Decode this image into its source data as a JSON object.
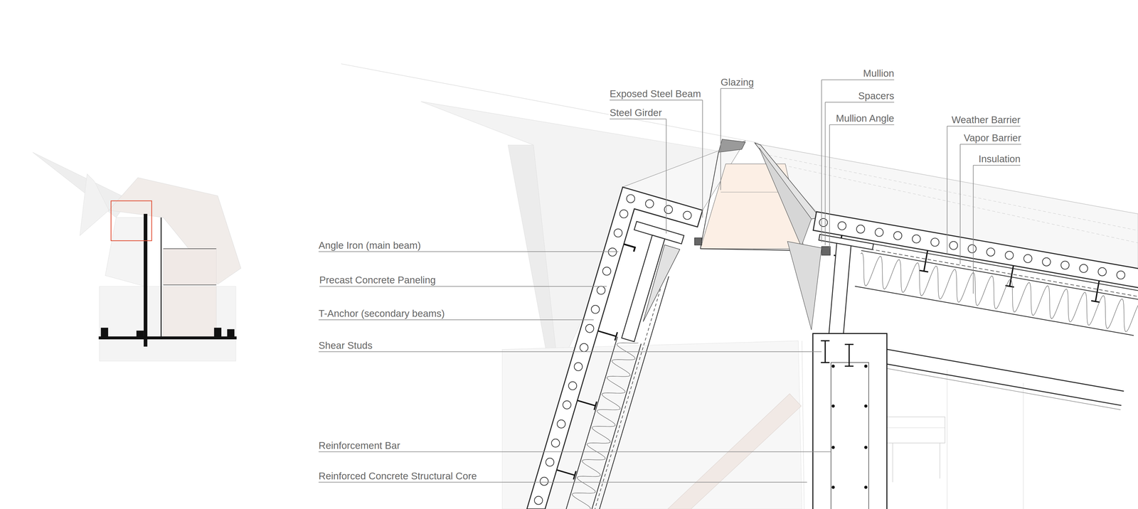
{
  "diagram": {
    "labels": [
      "Exposed Steel Beam",
      "Steel Girder",
      "Glazing",
      "Mullion",
      "Spacers",
      "Mullion Angle",
      "Weather Barrier",
      "Vapor Barrier",
      "Insulation",
      "Angle Iron (main beam)",
      "Precast Concrete Paneling",
      "T-Anchor (secondary beams)",
      "Shear Studs",
      "Reinforcement Bar",
      "Reinforced Concrete Structural Core"
    ]
  }
}
